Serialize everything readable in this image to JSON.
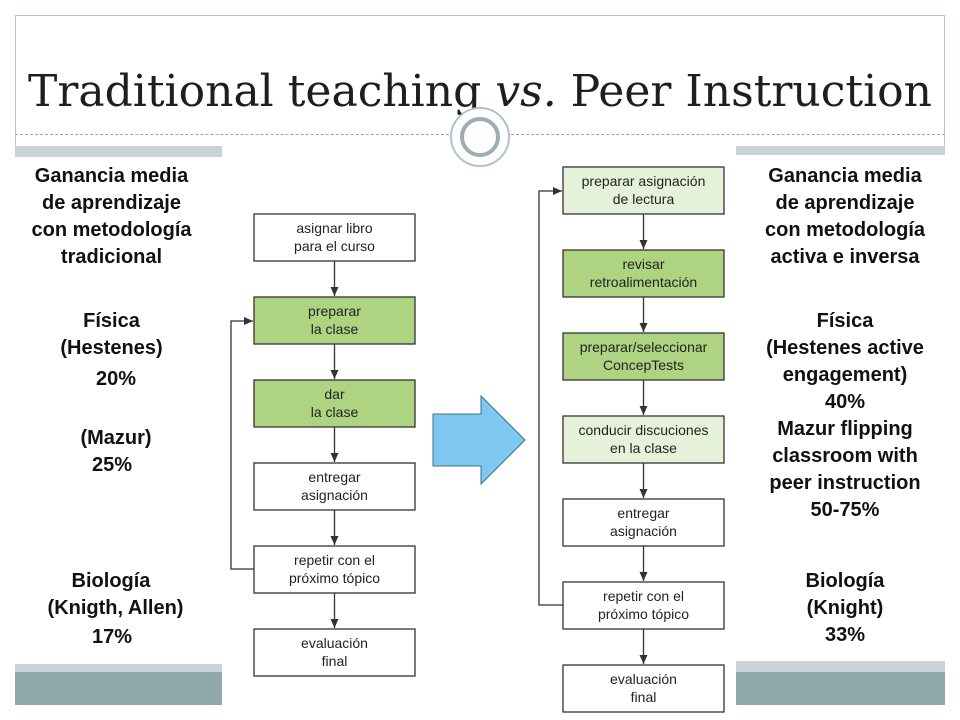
{
  "title": {
    "part1": "Traditional teaching ",
    "emphasis": "vs.",
    "part2": " Peer Instruction"
  },
  "left_column": {
    "heading": [
      "Ganancia media",
      "de aprendizaje",
      "con metodología",
      "tradicional"
    ],
    "physics_label": "Física",
    "hestenes_label": "(Hestenes)",
    "hestenes_value": "20%",
    "mazur_label": "(Mazur)",
    "mazur_value": "25%",
    "biology_label": "Biología",
    "biology_source": "(Knigth, Allen)",
    "biology_value": "17%"
  },
  "right_column": {
    "heading": [
      "Ganancia media",
      "de aprendizaje",
      "con metodología",
      "activa e inversa"
    ],
    "physics_label": "Física",
    "hestenes_lines": [
      "(Hestenes active",
      "engagement)"
    ],
    "hestenes_value": "40%",
    "mazur_lines": [
      "Mazur flipping",
      "classroom with",
      "peer instruction"
    ],
    "mazur_value": "50-75%",
    "biology_label": "Biología",
    "biology_source": "(Knight)",
    "biology_value": "33%"
  },
  "traditional_flow": {
    "steps": [
      [
        "asignar libro",
        "para el curso"
      ],
      [
        "preparar",
        "la clase"
      ],
      [
        "dar",
        "la clase"
      ],
      [
        "entregar",
        "asignación"
      ],
      [
        "repetir con el",
        "próximo tópico"
      ],
      [
        "evaluación",
        "final"
      ]
    ]
  },
  "peer_flow": {
    "steps": [
      [
        "preparar asignación",
        "de lectura"
      ],
      [
        "revisar",
        "retroalimentación"
      ],
      [
        "preparar/seleccionar",
        "ConcepTests"
      ],
      [
        "conducir discuciones",
        "en la clase"
      ],
      [
        "entregar",
        "asignación"
      ],
      [
        "repetir con el",
        "próximo tópico"
      ],
      [
        "evaluación",
        "final"
      ]
    ]
  },
  "colors": {
    "highlight_green": "#aed482",
    "light_green": "#e6f1da",
    "arrow_blue": "#7ec8ef",
    "band_gray": "#c9d3d7",
    "footer_teal": "#8fa9ab"
  }
}
